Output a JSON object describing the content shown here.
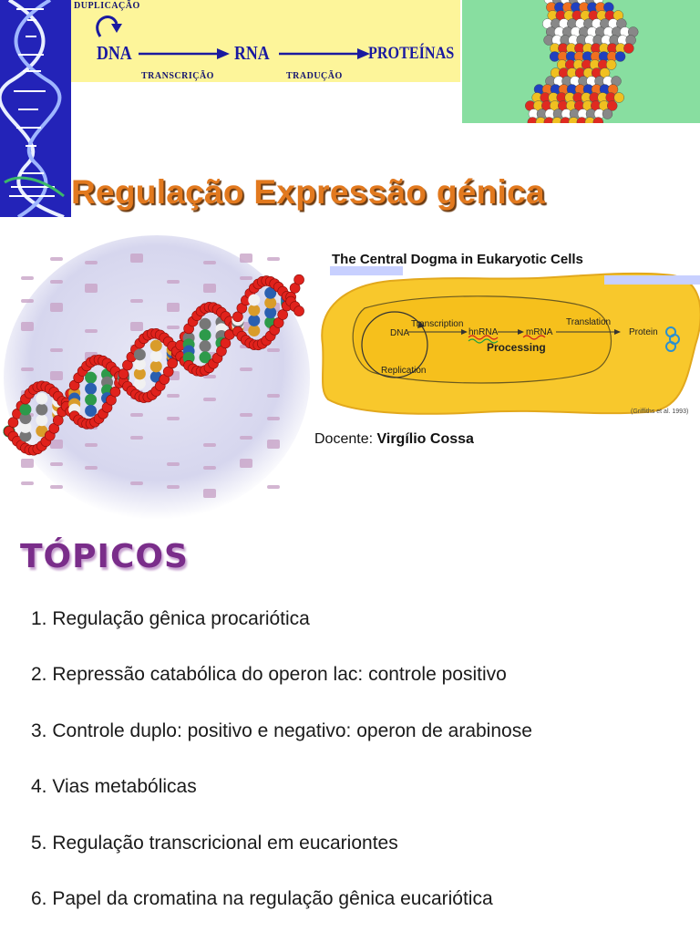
{
  "banner": {
    "duplicacao": "DUPLICAÇÃO",
    "dna": "DNA",
    "rna": "RNA",
    "proteinas": "PROTEÍNAS",
    "transcricao": "TRANSCRIÇÃO",
    "traducao": "TRADUÇÃO"
  },
  "title": "Regulação Expressão génica",
  "dogma": {
    "title": "The Central Dogma in Eukaryotic Cells",
    "dna": "DNA",
    "transcription": "Transcription",
    "hnrna": "hnRNA",
    "mrna": "mRNA",
    "translation": "Translation",
    "protein": "Protein",
    "processing": "Processing",
    "replication": "Replication",
    "citation": "(Griffiths et al. 1993)"
  },
  "docente": {
    "label": "Docente:",
    "name": "Virgílio Cossa"
  },
  "topics": {
    "heading": "TÓPICOS",
    "items": [
      "1. Regulação gênica procariótica",
      "2. Repressão catabólica do operon lac: controle positivo",
      "3. Controle duplo: positivo e negativo: operon de arabinose",
      "4. Vias metabólicas",
      "5. Regulação transcricional em eucariontes",
      "6. Papel da cromatina na regulação gênica eucariótica"
    ]
  },
  "colors": {
    "title_orange": "#e2791e",
    "heading_purple": "#7a2d8a",
    "banner_blue": "#2323b8",
    "cell_yellow": "#f8c82c"
  }
}
